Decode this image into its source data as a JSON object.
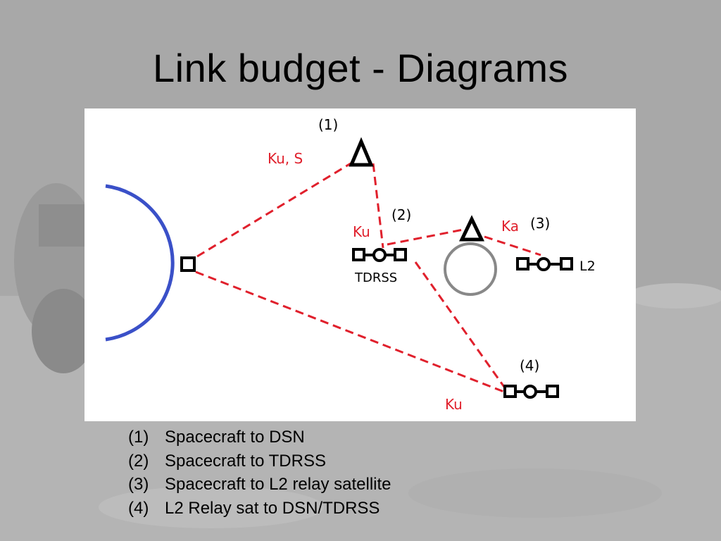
{
  "slide": {
    "title": "Link budget - Diagrams"
  },
  "diagram": {
    "labels": {
      "node1": "(1)",
      "node2": "(2)",
      "node3": "(3)",
      "node4": "(4)",
      "link_ku_s": "Ku, S",
      "link_ku_tdrss": "Ku",
      "link_ka": "Ka",
      "link_ku_bottom": "Ku",
      "tdrss": "TDRSS",
      "l2": "L2"
    },
    "colors": {
      "earth": "#3a50c8",
      "link": "#e0202c",
      "moon": "#888888",
      "node": "#000000"
    }
  },
  "legend": {
    "items": [
      {
        "num": "(1)",
        "text": "Spacecraft to DSN"
      },
      {
        "num": "(2)",
        "text": "Spacecraft to TDRSS"
      },
      {
        "num": "(3)",
        "text": "Spacecraft to L2 relay satellite"
      },
      {
        "num": "(4)",
        "text": "L2 Relay sat to DSN/TDRSS"
      }
    ]
  }
}
